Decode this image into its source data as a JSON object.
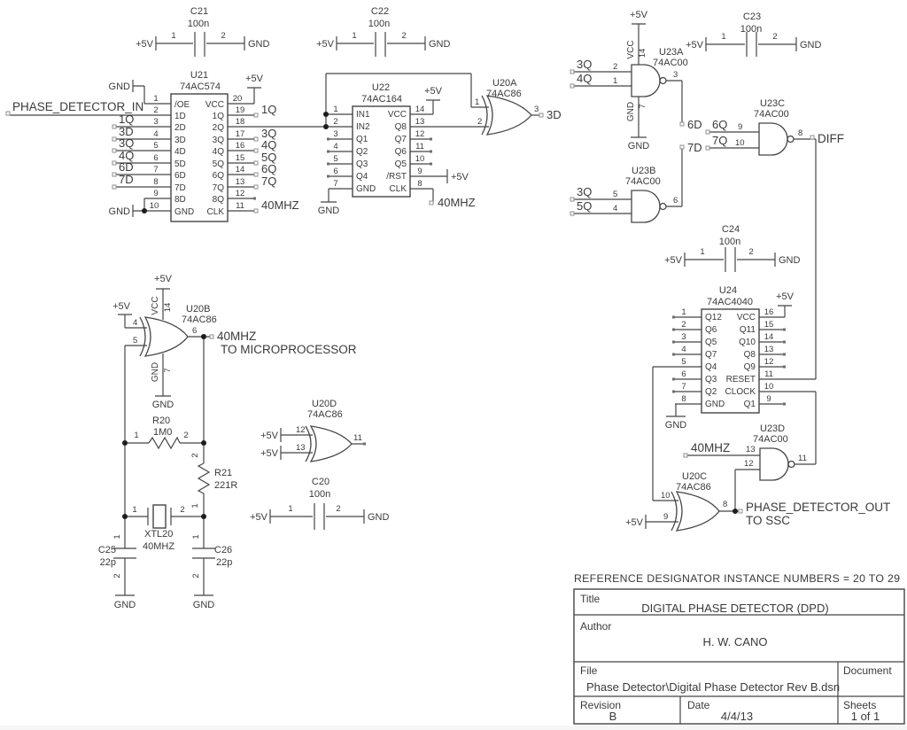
{
  "note": "REFERENCE DESIGNATOR INSTANCE NUMBERS = 20 TO 29",
  "title_block": {
    "title_label": "Title",
    "title": "DIGITAL PHASE DETECTOR (DPD)",
    "author_label": "Author",
    "author": "H. W. CANO",
    "file_label": "File",
    "file": "Phase Detector\\Digital Phase Detector Rev B.dsn",
    "document_label": "Document",
    "revision_label": "Revision",
    "revision": "B",
    "date_label": "Date",
    "date": "4/4/13",
    "sheets_label": "Sheets",
    "sheets": "1 of 1"
  },
  "nets": {
    "in": "PHASE_DETECTOR_IN",
    "out": "PHASE_DETECTOR_OUT",
    "to_ssc": "TO SSC",
    "mhz": "40MHZ",
    "to_up": "TO MICROPROCESSOR",
    "diff": "DIFF",
    "q1": "1Q",
    "q3": "3Q",
    "q4": "4Q",
    "q5": "5Q",
    "q6": "6Q",
    "q7": "7Q",
    "d3": "3D",
    "d6": "6D",
    "d7": "7D",
    "p5": "+5V",
    "gnd": "GND"
  },
  "u21": {
    "ref": "U21",
    "part": "74AC574",
    "ln": [
      "1",
      "2",
      "3",
      "4",
      "5",
      "6",
      "7",
      "8",
      "9",
      "10"
    ],
    "lp": [
      "/OE",
      "1D",
      "2D",
      "3D",
      "4D",
      "5D",
      "6D",
      "7D",
      "8D",
      "GND"
    ],
    "rn": [
      "20",
      "19",
      "18",
      "17",
      "16",
      "15",
      "14",
      "13",
      "12",
      "11"
    ],
    "rp": [
      "VCC",
      "1Q",
      "2Q",
      "3Q",
      "4Q",
      "5Q",
      "6Q",
      "7Q",
      "8Q",
      "CLK"
    ]
  },
  "u22": {
    "ref": "U22",
    "part": "74AC164",
    "ln": [
      "1",
      "2",
      "3",
      "4",
      "5",
      "6",
      "7"
    ],
    "lp": [
      "IN1",
      "IN2",
      "Q1",
      "Q2",
      "Q3",
      "Q4",
      "GND"
    ],
    "rn": [
      "14",
      "13",
      "12",
      "11",
      "10",
      "9",
      "8"
    ],
    "rp": [
      "VCC",
      "Q8",
      "Q7",
      "Q6",
      "Q5",
      "/RST",
      "CLK"
    ]
  },
  "u24": {
    "ref": "U24",
    "part": "74AC4040",
    "ln": [
      "1",
      "2",
      "3",
      "4",
      "5",
      "6",
      "7",
      "8"
    ],
    "lp": [
      "Q12",
      "Q6",
      "Q5",
      "Q7",
      "Q4",
      "Q3",
      "Q2",
      "GND"
    ],
    "rn": [
      "16",
      "15",
      "14",
      "13",
      "12",
      "11",
      "10",
      "9"
    ],
    "rp": [
      "VCC",
      "Q11",
      "Q10",
      "Q8",
      "Q9",
      "RESET",
      "CLOCK",
      "Q1"
    ]
  },
  "u20a": {
    "ref": "U20A",
    "part": "74AC86",
    "in1": "1",
    "in2": "2",
    "out": "3"
  },
  "u20b": {
    "ref": "U20B",
    "part": "74AC86",
    "in1": "4",
    "in2": "5",
    "out": "6",
    "vcc": "VCC",
    "vcc_pin": "14",
    "gnd": "GND",
    "gnd_pin": "7"
  },
  "u20c": {
    "ref": "U20C",
    "part": "74AC86",
    "in1": "10",
    "in2": "9",
    "out": "8"
  },
  "u20d": {
    "ref": "U20D",
    "part": "74AC86",
    "in1": "12",
    "in2": "13",
    "out": "11"
  },
  "u23a": {
    "ref": "U23A",
    "part": "74AC00",
    "in1": "2",
    "in2": "1",
    "out": "3",
    "vcc": "VCC",
    "vcc_pin": "14",
    "gnd": "GND",
    "gnd_pin": "7"
  },
  "u23b": {
    "ref": "U23B",
    "part": "74AC00",
    "in1": "5",
    "in2": "4",
    "out": "6"
  },
  "u23c": {
    "ref": "U23C",
    "part": "74AC00",
    "in1": "9",
    "in2": "10",
    "out": "8"
  },
  "u23d": {
    "ref": "U23D",
    "part": "74AC00",
    "in1": "13",
    "in2": "12",
    "out": "11"
  },
  "c20": {
    "ref": "C20",
    "val": "100n",
    "p1": "1",
    "p2": "2"
  },
  "c21": {
    "ref": "C21",
    "val": "100n",
    "p1": "1",
    "p2": "2"
  },
  "c22": {
    "ref": "C22",
    "val": "100n",
    "p1": "1",
    "p2": "2"
  },
  "c23": {
    "ref": "C23",
    "val": "100n",
    "p1": "1",
    "p2": "2"
  },
  "c24": {
    "ref": "C24",
    "val": "100n",
    "p1": "1",
    "p2": "2"
  },
  "c25": {
    "ref": "C25",
    "val": "22p",
    "p1": "1",
    "p2": "2"
  },
  "c26": {
    "ref": "C26",
    "val": "22p",
    "p1": "1",
    "p2": "2"
  },
  "r20": {
    "ref": "R20",
    "val": "1M0",
    "p1": "1",
    "p2": "2"
  },
  "r21": {
    "ref": "R21",
    "val": "221R",
    "p1": "2",
    "p2": "1"
  },
  "xtl20": {
    "ref": "XTL20",
    "val": "40MHZ",
    "p1": "1",
    "p2": "2"
  }
}
